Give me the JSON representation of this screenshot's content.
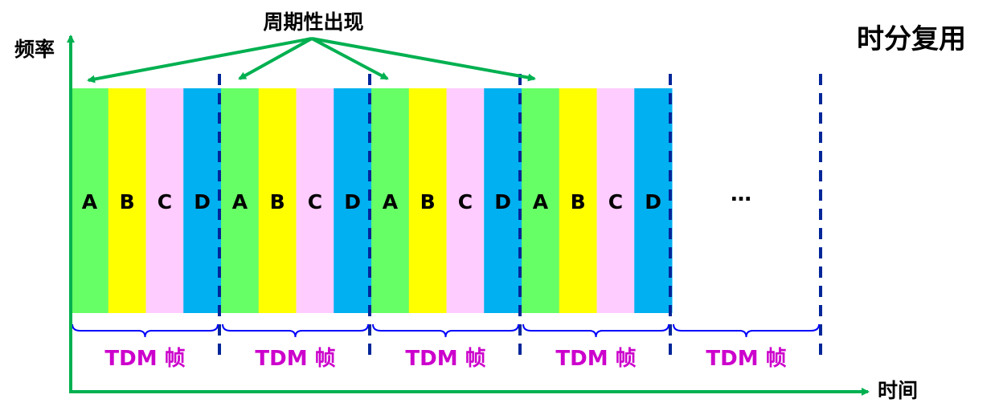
{
  "title": "时分复用",
  "y_axis_label": "频率",
  "x_axis_label": "时间",
  "periodic_label": "周期性出现",
  "frame_label": "TDM 帧",
  "ellipsis": "…",
  "slots": [
    {
      "label": "A",
      "color": "#66ff66"
    },
    {
      "label": "B",
      "color": "#ffff00"
    },
    {
      "label": "C",
      "color": "#ffccff"
    },
    {
      "label": "D",
      "color": "#00b0f0"
    }
  ],
  "frames_filled": 4,
  "frames_total": 5,
  "colors": {
    "axis": "#00b050",
    "arrow": "#00b050",
    "divider": "#002699",
    "brace": "#0000ff",
    "frame_label": "#cc00cc",
    "text": "#000000"
  }
}
